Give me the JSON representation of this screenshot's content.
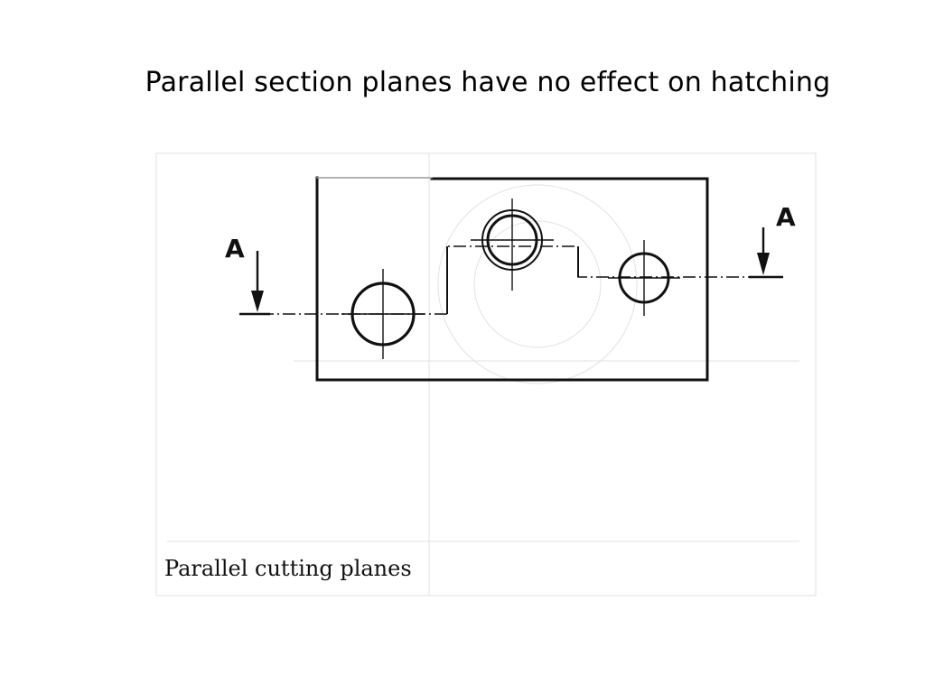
{
  "slide": {
    "title": "Parallel section planes have no effect on hatching"
  },
  "figure": {
    "label_left": "A",
    "label_right": "A",
    "caption": "Parallel cutting planes"
  },
  "colors": {
    "ink": "#111111",
    "paper": "#ffffff",
    "faint": "#d9d9d9"
  }
}
